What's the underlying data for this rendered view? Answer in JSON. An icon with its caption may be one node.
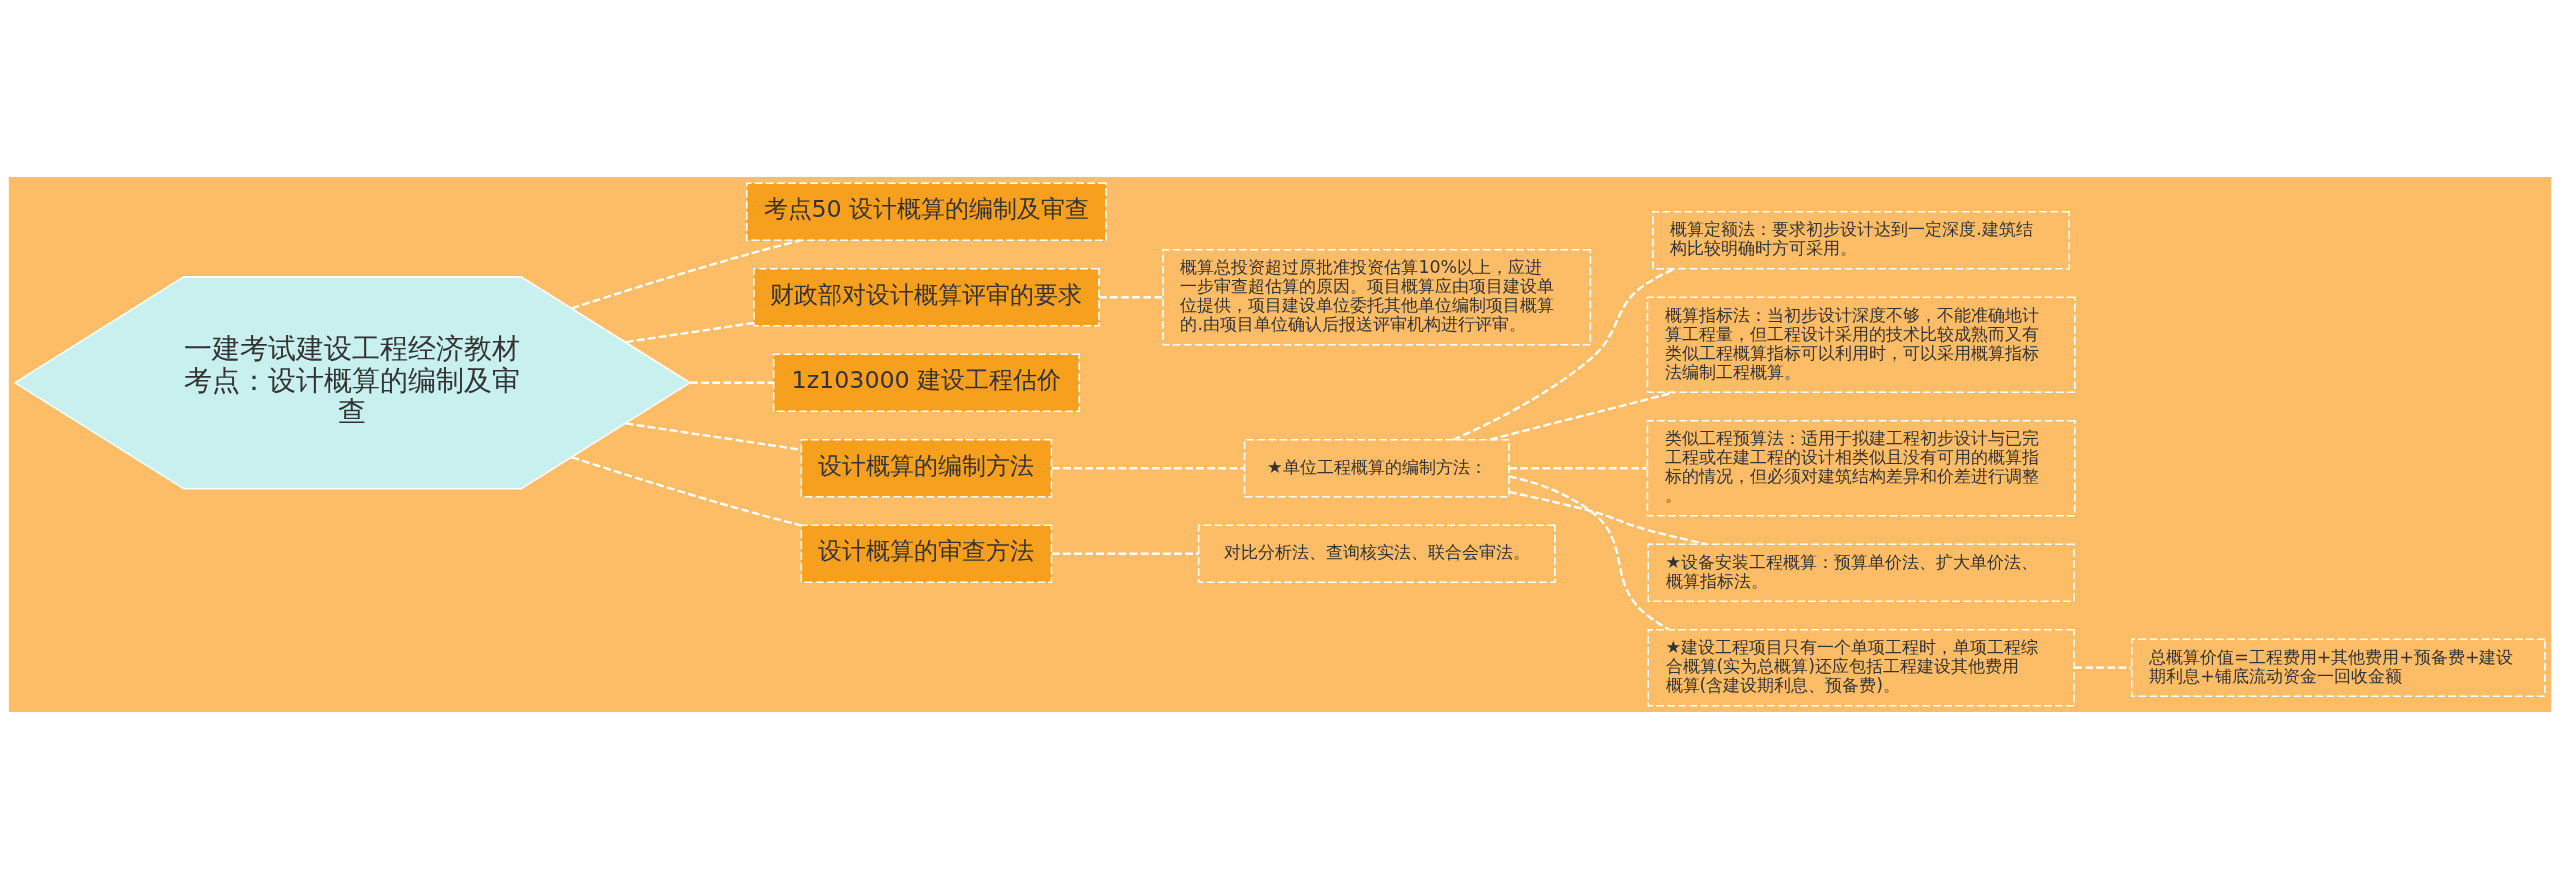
{
  "diagram": {
    "nodes": [
      {
        "text": [
          "一建考试建设工程经济教材考点：设计概算的编制及审查"
        ]
      },
      {
        "text": [
          "考点50 设计概算的编制及审查"
        ]
      },
      {
        "text": [
          "财政部对设计概算评审的要求"
        ]
      },
      {
        "text": [
          "概算总投资超过原批准投资估算10%以上，应进一步审查超估算的原因。项目概算应由项目建设单位提供，项目建设单位委托其他单位编制项目概算的.由项目单位确认后报送评审机构进行评审。"
        ]
      },
      {
        "text": [
          "1z103000 建设工程估价"
        ]
      },
      {
        "text": [
          "设计概算的编制方法"
        ]
      },
      {
        "text": [
          "★单位工程概算的编制方法："
        ]
      },
      {
        "text": [
          "概算定额法：要求初步设计达到一定深度.建筑结构比较明确时方可采用。"
        ]
      },
      {
        "text": [
          "概算指标法：当初步设计深度不够，不能准确地计算工程量，但工程设计采用的技术比较成熟而又有类似工程概算指标可以利用时，可以采用概算指标法编制工程概算。"
        ]
      },
      {
        "text": [
          "类似工程预算法：适用于拟建工程初步设计与已完工程或在建工程的设计相类似且没有可用的概算指标的情况，但必须对建筑结构差异和价差进行调整。"
        ]
      },
      {
        "text": [
          "★设备安装工程概算：预算单价法、扩大单价法、概算指标法。"
        ]
      },
      {
        "text": [
          "★建设工程项目只有一个单项工程时，单项工程综合概算(实为总概算)还应包括工程建设其他费用概算(含建设期利息、预备费)。"
        ]
      },
      {
        "text": [
          "总概算价值=工程费用+其他费用+预备费+建设期利息+铺底流动资金一回收金额"
        ]
      },
      {
        "text": [
          "设计概算的审查方法"
        ]
      },
      {
        "text": [
          "对比分析法、查询核实法、联合会审法。"
        ]
      }
    ],
    "edges": [
      {
        "from": 0,
        "to": 1,
        "arrow": "none"
      },
      {
        "from": 0,
        "to": 2,
        "arrow": "none"
      },
      {
        "from": 2,
        "to": 3,
        "arrow": "none"
      },
      {
        "from": 0,
        "to": 4,
        "arrow": "none"
      },
      {
        "from": 0,
        "to": 5,
        "arrow": "none"
      },
      {
        "from": 5,
        "to": 6,
        "arrow": "none"
      },
      {
        "from": 6,
        "to": 7,
        "arrow": "none"
      },
      {
        "from": 6,
        "to": 8,
        "arrow": "none"
      },
      {
        "from": 6,
        "to": 9,
        "arrow": "none"
      },
      {
        "from": 6,
        "to": 10,
        "arrow": "none"
      },
      {
        "from": 6,
        "to": 11,
        "arrow": "none"
      },
      {
        "from": 11,
        "to": 12,
        "arrow": "none"
      },
      {
        "from": 0,
        "to": 13,
        "arrow": "none"
      },
      {
        "from": 13,
        "to": 14,
        "arrow": "none"
      }
    ]
  }
}
